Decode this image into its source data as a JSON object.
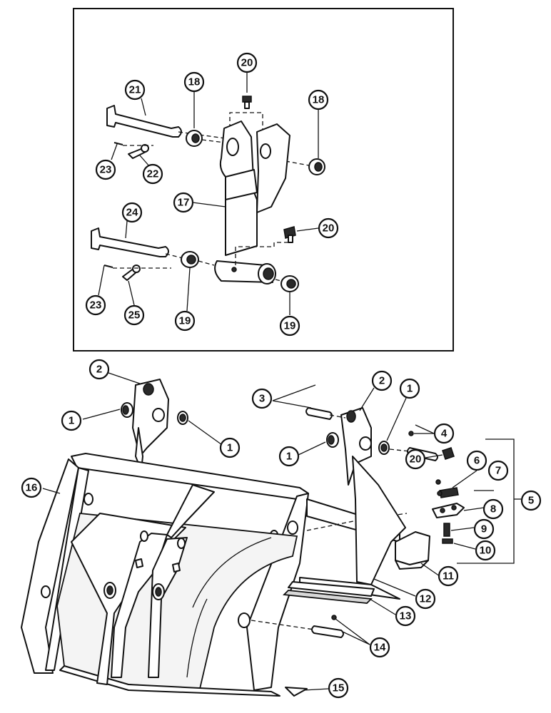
{
  "callouts": {
    "c1a": "1",
    "c1b": "1",
    "c1c": "1",
    "c1d": "1",
    "c2a": "2",
    "c2b": "2",
    "c3": "3",
    "c4": "4",
    "c5": "5",
    "c6": "6",
    "c7": "7",
    "c8": "8",
    "c9": "9",
    "c10": "10",
    "c11": "11",
    "c12": "12",
    "c13": "13",
    "c14": "14",
    "c15": "15",
    "c16": "16",
    "c17": "17",
    "c18a": "18",
    "c18b": "18",
    "c19a": "19",
    "c19b": "19",
    "c20a": "20",
    "c20b": "20",
    "c20c": "20",
    "c21": "21",
    "c22": "22",
    "c23a": "23",
    "c23b": "23",
    "c24": "24",
    "c25": "25"
  }
}
